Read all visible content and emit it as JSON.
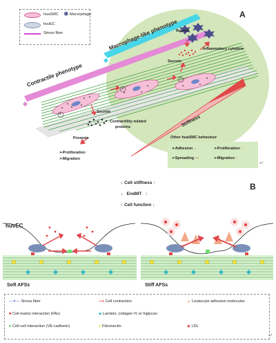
{
  "panel_a": {
    "letter": "A",
    "legend": {
      "husmc": "huaSMC",
      "macrophage": "Macrophage",
      "huvec": "huvEC",
      "stress_fiber": "Stress fiber"
    },
    "contractile": "Contractile phenotype",
    "macrophage_like": "Macrophage-like phenotype",
    "recruit": "Recruit",
    "inflammatory": "Inflammatory cytokine",
    "secrete_top": "Secrete",
    "secrete_mid": "Secrete",
    "contractility": "Contractility-related",
    "proteins": "proteins",
    "promote": "Promote",
    "proliferation": "Proliferation",
    "migration": "Migration",
    "stiffness": "Stiffness",
    "steps": [
      "1",
      "2",
      "3"
    ],
    "other": {
      "title": "Other huaSMC behaviour",
      "adhesion": "Adhesion",
      "spreading": "Spreading",
      "proliferation": "Proliferation",
      "migration": "Migration"
    }
  },
  "panel_b": {
    "letter": "B",
    "cell_stiffness": "Cell stiffness",
    "endmt": "EndMT",
    "cell_function": "Cell function",
    "huvec": "huvEC",
    "soft": "Soft AFSs",
    "stiff": "Stiff AFSs",
    "legend": {
      "stress_fiber": "Stress fiber",
      "cell_contraction": "Cell contraction",
      "leukocyte": "Leukocyte adhesion molecules",
      "cell_matrix": "Cell-matrix interaction (FAs)",
      "laminin": "Laminin, collagen IV or higlycan",
      "cell_cell": "Cell-cell interaction (VE-cadherin)",
      "fibronectin": "Fibronectin",
      "ldl": "LDL"
    }
  },
  "colors": {
    "fiber_green": "#3a9c3a",
    "matrix_blue": "#9fd6ea",
    "contraction_red": "#e0454a",
    "cell_pink": "#f2a6c6",
    "ldl_red": "#e53b3b",
    "nucleus_blue": "#6d86c8",
    "macrophage_purple": "#4a4e8a",
    "fibronectin_yellow": "#f3e33a",
    "laminin_teal": "#3ab7c4"
  },
  "enter_mark": "↵"
}
